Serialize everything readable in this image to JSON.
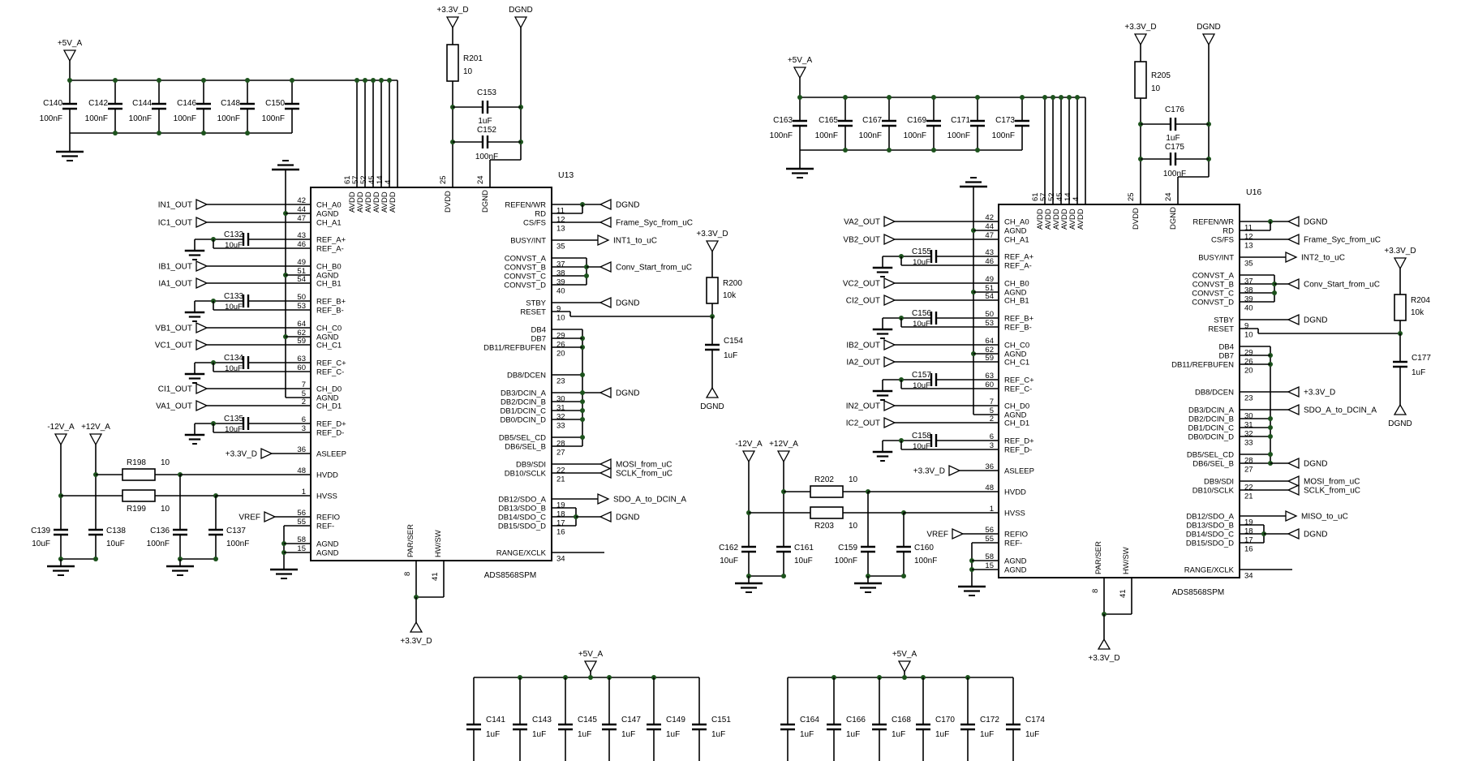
{
  "colors": {
    "background": "#ffffff",
    "wire": "#000000",
    "junction": "#1c521c",
    "text": "#000000"
  },
  "chip_pins": {
    "left": [
      [
        "42",
        "CH_A0"
      ],
      [
        "44",
        "AGND"
      ],
      [
        "47",
        "CH_A1"
      ],
      [
        "43",
        "REF_A+"
      ],
      [
        "46",
        "REF_A-"
      ],
      [
        "49",
        "CH_B0"
      ],
      [
        "51",
        "AGND"
      ],
      [
        "54",
        "CH_B1"
      ],
      [
        "50",
        "REF_B+"
      ],
      [
        "53",
        "REF_B-"
      ],
      [
        "64",
        "CH_C0"
      ],
      [
        "62",
        "AGND"
      ],
      [
        "59",
        "CH_C1"
      ],
      [
        "63",
        "REF_C+"
      ],
      [
        "60",
        "REF_C-"
      ],
      [
        "7",
        "CH_D0"
      ],
      [
        "5",
        "AGND"
      ],
      [
        "2",
        "CH_D1"
      ],
      [
        "6",
        "REF_D+"
      ],
      [
        "3",
        "REF_D-"
      ],
      [
        "36",
        "ASLEEP"
      ],
      [
        "48",
        "HVDD"
      ],
      [
        "1",
        "HVSS"
      ],
      [
        "56",
        "REFIO"
      ],
      [
        "55",
        "REF-"
      ],
      [
        "58",
        "AGND"
      ],
      [
        "15",
        "AGND"
      ]
    ],
    "right": [
      [
        "11",
        "REFEN/WR"
      ],
      [
        "12",
        "RD"
      ],
      [
        "13",
        "CS/FS"
      ],
      [
        "35",
        "BUSY/INT"
      ],
      [
        "37",
        "CONVST_A"
      ],
      [
        "38",
        "CONVST_B"
      ],
      [
        "39",
        "CONVST_C"
      ],
      [
        "40",
        "CONVST_D"
      ],
      [
        "9",
        "STBY"
      ],
      [
        "10",
        "RESET"
      ],
      [
        "29",
        "DB4"
      ],
      [
        "26",
        "DB7"
      ],
      [
        "20",
        "DB11/REFBUFEN"
      ],
      [
        "23",
        "DB8/DCEN"
      ],
      [
        "30",
        "DB3/DCIN_A"
      ],
      [
        "31",
        "DB2/DCIN_B"
      ],
      [
        "32",
        "DB1/DCIN_C"
      ],
      [
        "33",
        "DB0/DCIN_D"
      ],
      [
        "28",
        "DB5/SEL_CD"
      ],
      [
        "27",
        "DB6/SEL_B"
      ],
      [
        "22",
        "DB9/SDI"
      ],
      [
        "21",
        "DB10/SCLK"
      ],
      [
        "19",
        "DB12/SDO_A"
      ],
      [
        "18",
        "DB13/SDO_B"
      ],
      [
        "17",
        "DB14/SDO_C"
      ],
      [
        "16",
        "DB15/SDO_D"
      ],
      [
        "34",
        "RANGE/XCLK"
      ]
    ],
    "top_avdd": {
      "name": "AVDD",
      "nums": [
        "61",
        "57",
        "52",
        "45",
        "14",
        "4"
      ]
    },
    "top_dvdd": [
      "25",
      "DVDD"
    ],
    "top_dgnd": [
      "24",
      "DGND"
    ],
    "bottom": [
      [
        "8",
        "PAR/SER"
      ],
      [
        "41",
        "HW/SW"
      ]
    ]
  },
  "halves": [
    {
      "ref": "U13",
      "part": "ADS8568SPM",
      "analog_flags": [
        "IN1_OUT",
        "IC1_OUT",
        "IB1_OUT",
        "IA1_OUT",
        "VB1_OUT",
        "VC1_OUT",
        "CI1_OUT",
        "VA1_OUT"
      ],
      "ref_caps": [
        [
          "C132",
          "10uF"
        ],
        [
          "C133",
          "10uF"
        ],
        [
          "C134",
          "10uF"
        ],
        [
          "C135",
          "10uF"
        ]
      ],
      "top_bank": {
        "power": "+5V_A",
        "caps": [
          [
            "C140",
            "100nF"
          ],
          [
            "C142",
            "100nF"
          ],
          [
            "C144",
            "100nF"
          ],
          [
            "C146",
            "100nF"
          ],
          [
            "C148",
            "100nF"
          ],
          [
            "C150",
            "100nF"
          ]
        ]
      },
      "bottom_bank": {
        "power": "+5V_A",
        "caps": [
          [
            "C141",
            "1uF"
          ],
          [
            "C143",
            "1uF"
          ],
          [
            "C145",
            "1uF"
          ],
          [
            "C147",
            "1uF"
          ],
          [
            "C149",
            "1uF"
          ],
          [
            "C151",
            "1uF"
          ]
        ]
      },
      "dvdd_net": {
        "power": "+3.3V_D",
        "gnd": "DGND",
        "res": [
          "R201",
          "10"
        ],
        "cap_top": [
          "C153",
          "1uF"
        ],
        "cap_bot": [
          "C152",
          "100nF"
        ]
      },
      "reset_net": {
        "power": "+3.3V_D",
        "res": [
          "R200",
          "10k"
        ],
        "cap": [
          "C154",
          "1uF"
        ],
        "gnd": "DGND"
      },
      "hv_net": {
        "neg": "-12V_A",
        "pos": "+12V_A",
        "res_top": [
          "R198",
          "10"
        ],
        "res_bot": [
          "R199",
          "10"
        ],
        "cap_neg": [
          "C139",
          "10uF"
        ],
        "cap_pos": [
          "C138",
          "10uF"
        ],
        "cap_hvdd": [
          "C136",
          "100nF"
        ],
        "cap_hvss": [
          "C137",
          "100nF"
        ]
      },
      "asleep_flag": "+3.3V_D",
      "vref_flag": "VREF",
      "bottom_flag": "+3.3V_D",
      "right_flags": {
        "refen": "DGND",
        "csfs": "Frame_Syc_from_uC",
        "busy": "INT1_to_uC",
        "convst": "Conv_Start_from_uC",
        "stby": "DGND",
        "bus_gnd": "DGND",
        "db8": null,
        "db3": null,
        "sdi": "MOSI_from_uC",
        "sclk": "SCLK_from_uC",
        "sdo": "SDO_A_to_DCIN_A",
        "sdo_gnd": "DGND"
      },
      "variant": "A"
    },
    {
      "ref": "U16",
      "part": "ADS8568SPM",
      "analog_flags": [
        "VA2_OUT",
        "VB2_OUT",
        "VC2_OUT",
        "CI2_OUT",
        "IB2_OUT",
        "IA2_OUT",
        "IN2_OUT",
        "IC2_OUT"
      ],
      "ref_caps": [
        [
          "C155",
          "10uF"
        ],
        [
          "C156",
          "10uF"
        ],
        [
          "C157",
          "10uF"
        ],
        [
          "C158",
          "10uF"
        ]
      ],
      "top_bank": {
        "power": "+5V_A",
        "caps": [
          [
            "C163",
            "100nF"
          ],
          [
            "C165",
            "100nF"
          ],
          [
            "C167",
            "100nF"
          ],
          [
            "C169",
            "100nF"
          ],
          [
            "C171",
            "100nF"
          ],
          [
            "C173",
            "100nF"
          ]
        ]
      },
      "bottom_bank": {
        "power": "+5V_A",
        "caps": [
          [
            "C164",
            "1uF"
          ],
          [
            "C166",
            "1uF"
          ],
          [
            "C168",
            "1uF"
          ],
          [
            "C170",
            "1uF"
          ],
          [
            "C172",
            "1uF"
          ],
          [
            "C174",
            "1uF"
          ]
        ]
      },
      "dvdd_net": {
        "power": "+3.3V_D",
        "gnd": "DGND",
        "res": [
          "R205",
          "10"
        ],
        "cap_top": [
          "C176",
          "1uF"
        ],
        "cap_bot": [
          "C175",
          "100nF"
        ]
      },
      "reset_net": {
        "power": "+3.3V_D",
        "res": [
          "R204",
          "10k"
        ],
        "cap": [
          "C177",
          "1uF"
        ],
        "gnd": "DGND"
      },
      "hv_net": {
        "neg": "-12V_A",
        "pos": "+12V_A",
        "res_top": [
          "R202",
          "10"
        ],
        "res_bot": [
          "R203",
          "10"
        ],
        "cap_neg": [
          "C162",
          "10uF"
        ],
        "cap_pos": [
          "C161",
          "10uF"
        ],
        "cap_hvdd": [
          "C159",
          "100nF"
        ],
        "cap_hvss": [
          "C160",
          "100nF"
        ]
      },
      "asleep_flag": "+3.3V_D",
      "vref_flag": "VREF",
      "bottom_flag": "+3.3V_D",
      "right_flags": {
        "refen": "DGND",
        "csfs": "Frame_Syc_from_uC",
        "busy": "INT2_to_uC",
        "convst": "Conv_Start_from_uC",
        "stby": "DGND",
        "bus_gnd": "DGND",
        "db8": "+3.3V_D",
        "db3": "SDO_A_to_DCIN_A",
        "sdi": "MOSI_from_uC",
        "sclk": "SCLK_from_uC",
        "sdo": "MISO_to_uC",
        "sdo_gnd": "DGND"
      },
      "variant": "B"
    }
  ]
}
